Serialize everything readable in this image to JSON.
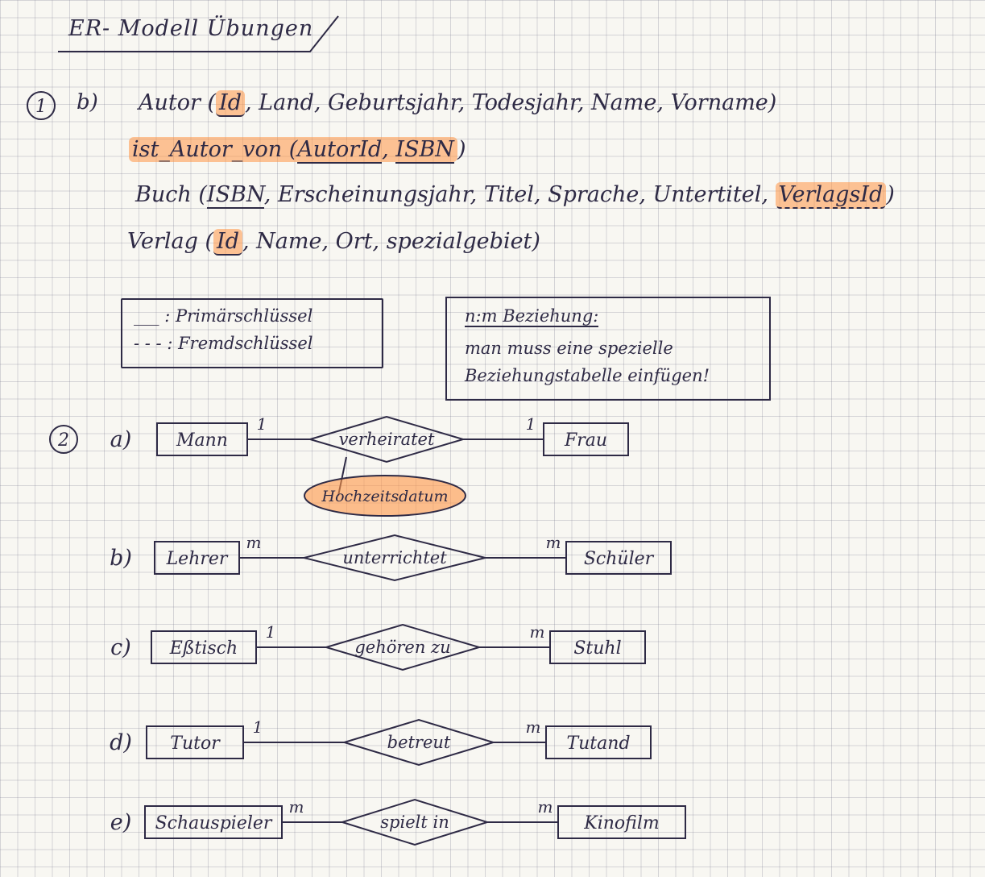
{
  "title": "ER- Modell  Übungen",
  "exercise1": {
    "number": "1",
    "letter": "b)",
    "autor": {
      "name": "Autor",
      "open": " (",
      "pk": "Id",
      "rest": ", Land, Geburtsjahr, Todesjahr, Name, Vorname)"
    },
    "ist_autor_von": {
      "name": "ist_Autor_von",
      "open": " (",
      "fk1": "AutorId",
      "sep": ", ",
      "fk2": "ISBN",
      "close": ")"
    },
    "buch": {
      "name": "Buch",
      "open": " (",
      "pk": "ISBN",
      "rest": ", Erscheinungsjahr, Titel, Sprache, Untertitel, ",
      "fk": "VerlagsId",
      "close": ")"
    },
    "verlag": {
      "name": "Verlag",
      "open": " (",
      "pk": "Id",
      "rest": ", Name, Ort, spezialgebiet)"
    }
  },
  "legend": {
    "primary_symbol": "___",
    "primary_label": ": Primärschlüssel",
    "foreign_symbol": "- - -",
    "foreign_label": ": Fremdschlüssel"
  },
  "note": {
    "heading": "n:m Beziehung:",
    "line1": "man muss eine spezielle",
    "line2": "Beziehungstabelle einfügen!"
  },
  "exercise2": {
    "number": "2",
    "items": [
      {
        "letter": "a)",
        "left": "Mann",
        "relation": "verheiratet",
        "right": "Frau",
        "card_left": "1",
        "card_right": "1",
        "attribute": "Hochzeitsdatum"
      },
      {
        "letter": "b)",
        "left": "Lehrer",
        "relation": "unterrichtet",
        "right": "Schüler",
        "card_left": "m",
        "card_right": "m"
      },
      {
        "letter": "c)",
        "left": "Eßtisch",
        "relation": "gehören zu",
        "right": "Stuhl",
        "card_left": "1",
        "card_right": "m"
      },
      {
        "letter": "d)",
        "left": "Tutor",
        "relation": "betreut",
        "right": "Tutand",
        "card_left": "1",
        "card_right": "m"
      },
      {
        "letter": "e)",
        "left": "Schauspieler",
        "relation": "spielt in",
        "right": "Kinofilm",
        "card_left": "m",
        "card_right": "m"
      }
    ]
  }
}
